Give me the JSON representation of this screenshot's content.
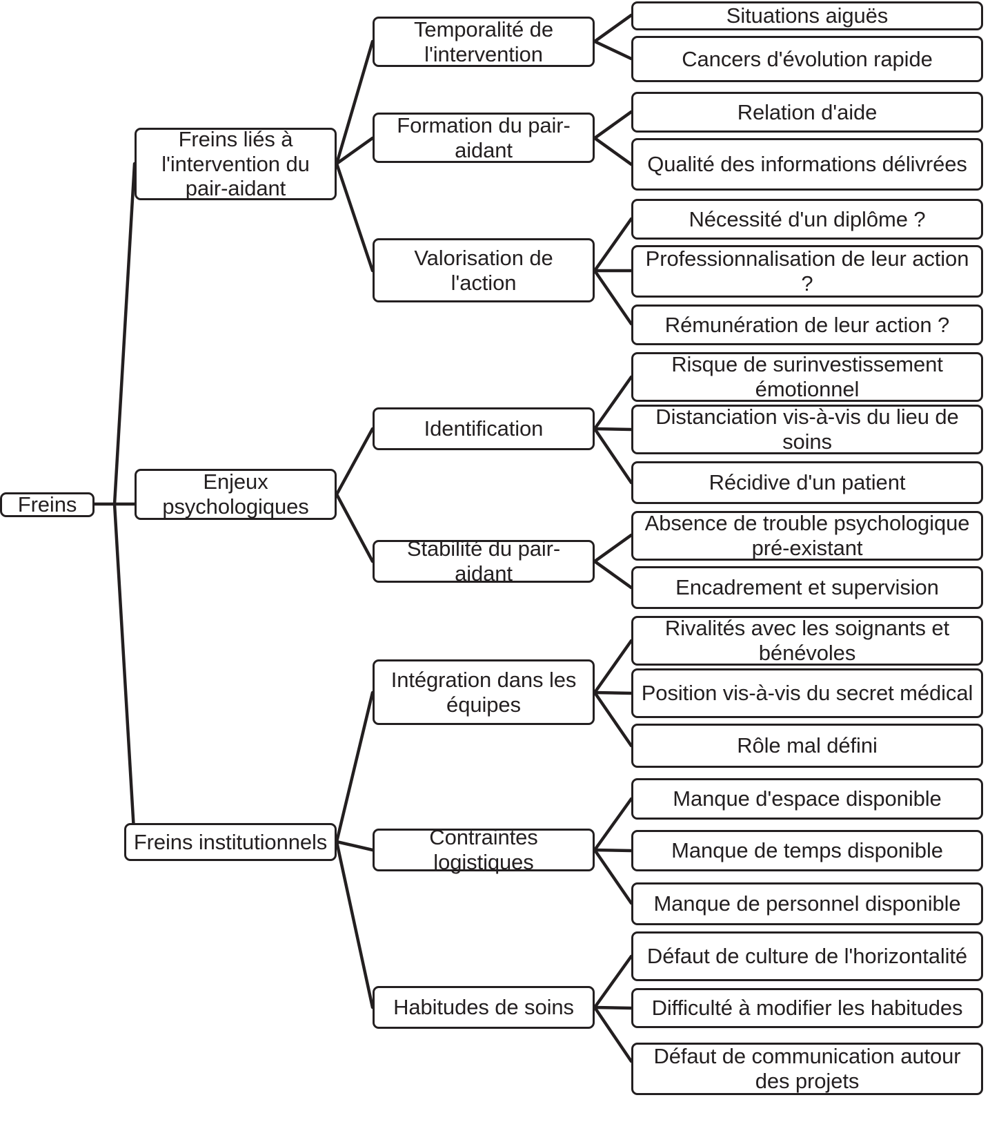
{
  "diagram": {
    "title": "Freins",
    "type": "mind-map-tree",
    "orientation": "left-to-right",
    "line_color": "#231f20",
    "box_fill": "#ffffff",
    "root": {
      "label": "Freins"
    },
    "branches": [
      {
        "label": "Freins liés à l'intervention du pair-aidant",
        "children": [
          {
            "label": "Temporalité de l'intervention",
            "leaves": [
              {
                "label": "Situations aiguës"
              },
              {
                "label": "Cancers d'évolution rapide"
              }
            ]
          },
          {
            "label": "Formation du pair-aidant",
            "leaves": [
              {
                "label": "Relation d'aide"
              },
              {
                "label": "Qualité des informations délivrées"
              }
            ]
          },
          {
            "label": "Valorisation de l'action",
            "leaves": [
              {
                "label": "Nécessité d'un diplôme ?"
              },
              {
                "label": "Professionnalisation de leur action ?"
              },
              {
                "label": "Rémunération de leur action ?"
              }
            ]
          }
        ]
      },
      {
        "label": "Enjeux psychologiques",
        "children": [
          {
            "label": "Identification",
            "leaves": [
              {
                "label": "Risque de surinvestissement émotionnel"
              },
              {
                "label": "Distanciation vis-à-vis du lieu de soins"
              },
              {
                "label": "Récidive d'un patient"
              }
            ]
          },
          {
            "label": "Stabilité du pair-aidant",
            "leaves": [
              {
                "label": "Absence de trouble psychologique pré-existant"
              },
              {
                "label": "Encadrement et supervision"
              }
            ]
          }
        ]
      },
      {
        "label": "Freins institutionnels",
        "children": [
          {
            "label": "Intégration dans les équipes",
            "leaves": [
              {
                "label": "Rivalités avec les soignants et bénévoles"
              },
              {
                "label": "Position vis-à-vis du secret médical"
              },
              {
                "label": "Rôle mal défini"
              }
            ]
          },
          {
            "label": "Contraintes logistiques",
            "leaves": [
              {
                "label": "Manque d'espace disponible"
              },
              {
                "label": "Manque de temps disponible"
              },
              {
                "label": "Manque de personnel disponible"
              }
            ]
          },
          {
            "label": "Habitudes de soins",
            "leaves": [
              {
                "label": "Défaut de culture de l'horizontalité"
              },
              {
                "label": "Difficulté à modifier les habitudes"
              },
              {
                "label": "Défaut de communication autour des projets"
              }
            ]
          }
        ]
      }
    ]
  }
}
